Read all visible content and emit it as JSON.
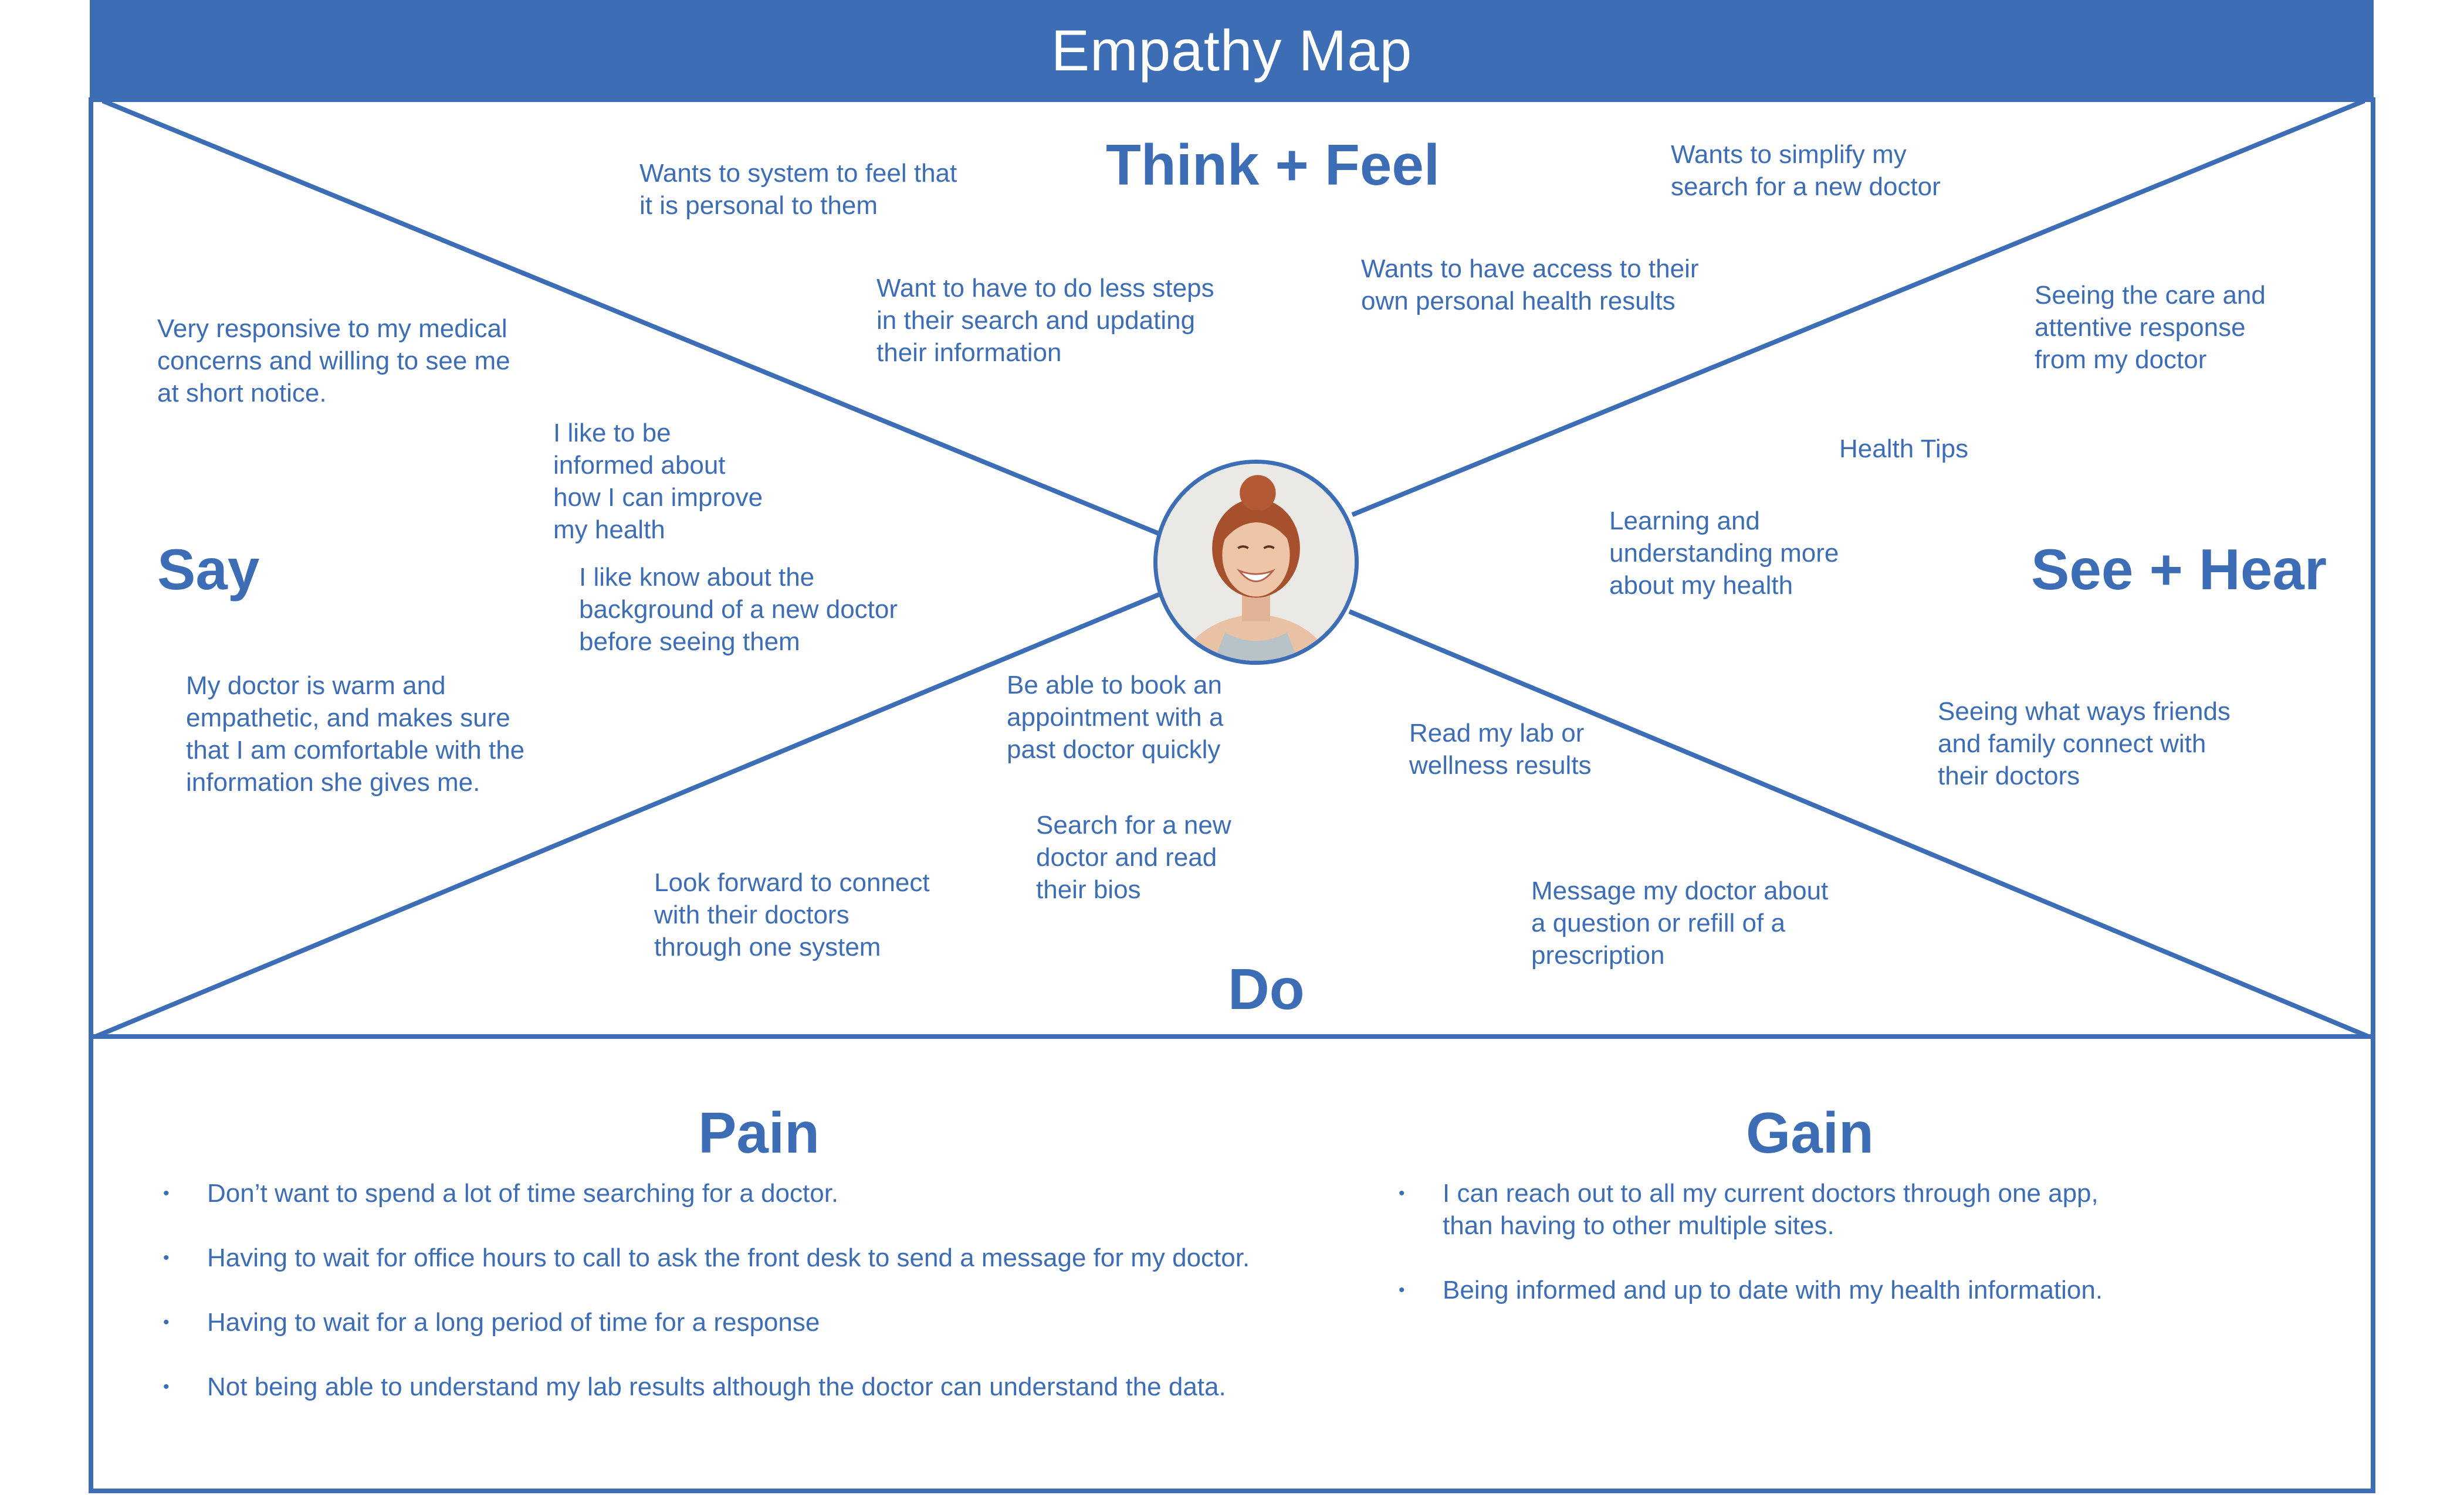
{
  "title": "Empathy Map",
  "quadrants": {
    "think_feel": "Think + Feel",
    "say": "Say",
    "see_hear": "See + Hear",
    "do": "Do"
  },
  "think_feel_notes": [
    "Wants to system to feel that\nit is personal to them",
    "Want to have to do less steps\nin their search and updating\ntheir information",
    "Wants to have access to their\nown personal health results",
    "Wants to simplify my\nsearch for a new doctor"
  ],
  "say_notes": [
    "Very responsive to my medical\nconcerns and willing to see me\nat short notice.",
    "I like to be\ninformed about\nhow I can improve\nmy health",
    "I like know about the\nbackground of a new doctor\nbefore seeing them",
    "My doctor is warm and\nempathetic, and makes sure\nthat I am comfortable with the\ninformation she gives me."
  ],
  "see_hear_notes": [
    "Seeing the care and\nattentive response\nfrom my doctor",
    "Health Tips",
    "Learning and\nunderstanding more\nabout my health",
    "Seeing what ways friends\nand family connect with\ntheir doctors"
  ],
  "do_notes": [
    "Be able to book an\nappointment with a\npast doctor quickly",
    "Search for a new\ndoctor and read\ntheir bios",
    "Look forward to connect\nwith their doctors\nthrough one system",
    "Read my lab or\nwellness results",
    "Message my doctor about\na question or refill of a\nprescription"
  ],
  "pain": {
    "heading": "Pain",
    "bullet": "•",
    "items": [
      "Don’t want to spend a lot of time searching for a doctor.",
      "Having to wait for office hours to call to ask the front desk to send a message for my doctor.",
      "Having to wait for a long period of time for a response",
      "Not being able to understand my lab results although the doctor can understand the data."
    ]
  },
  "gain": {
    "heading": "Gain",
    "bullet": "•",
    "items": [
      "I can reach out to all my current doctors through one app,\nthan having to other multiple sites.",
      " Being informed and up to date with my health information."
    ]
  },
  "colors": {
    "primary": "#3d6db5",
    "background": "#ffffff"
  }
}
